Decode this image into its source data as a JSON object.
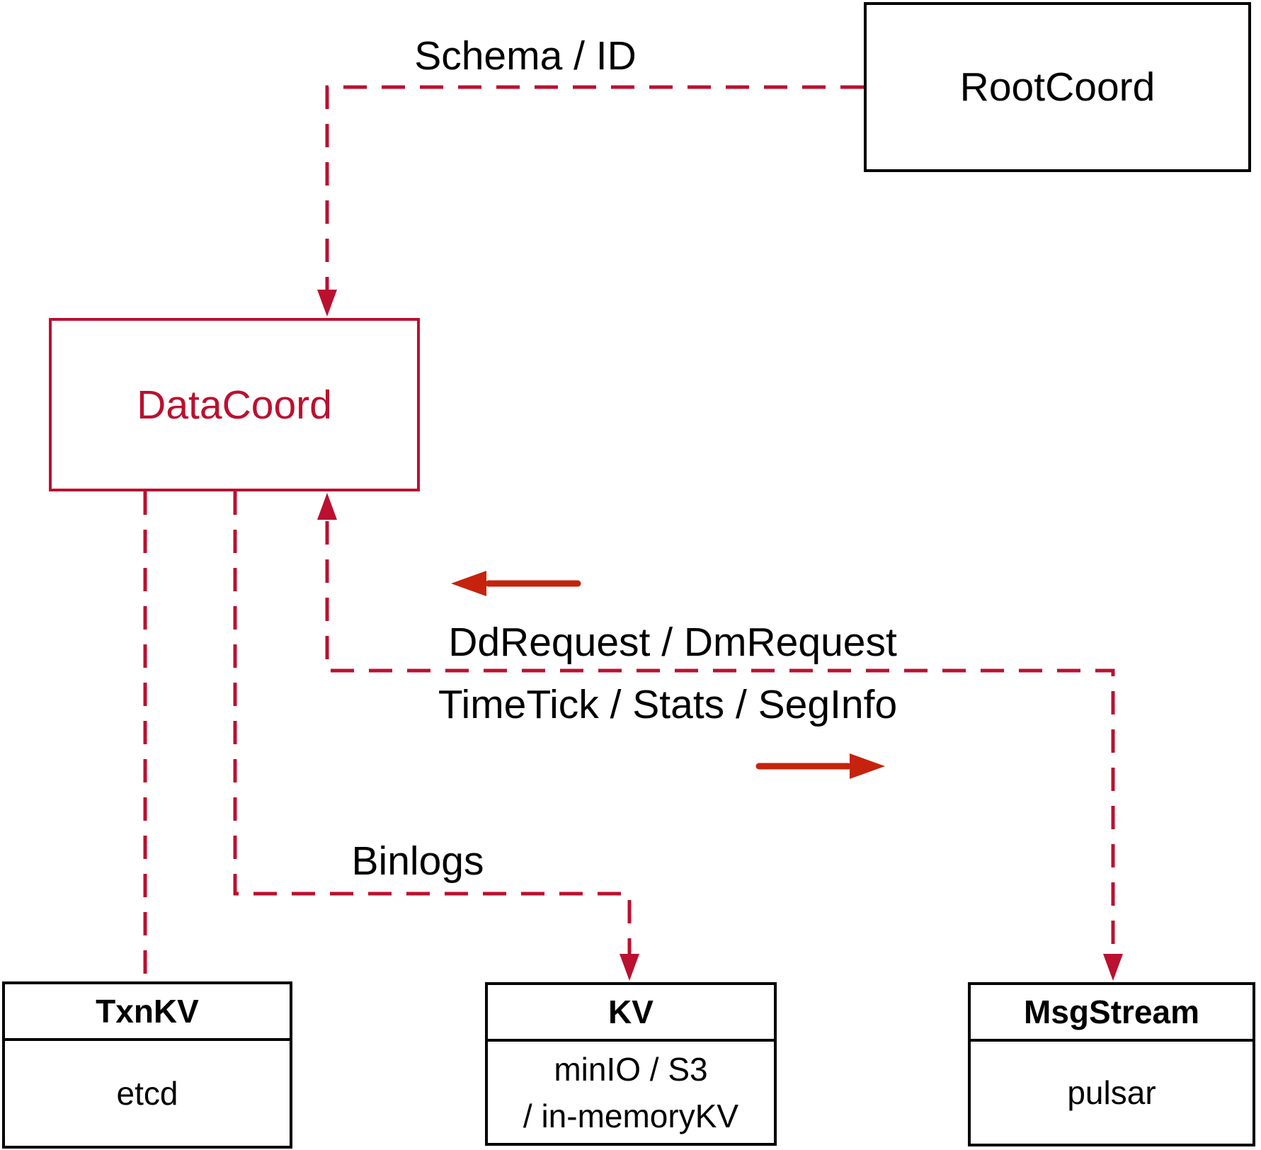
{
  "diagram": {
    "nodes": {
      "rootcoord": {
        "label": "RootCoord"
      },
      "datacoord": {
        "label": "DataCoord"
      },
      "txnkv": {
        "title": "TxnKV",
        "body": "etcd"
      },
      "kv": {
        "title": "KV",
        "body_line1": "minIO / S3",
        "body_line2": "/ in-memoryKV"
      },
      "msgstream": {
        "title": "MsgStream",
        "body": "pulsar"
      }
    },
    "edge_labels": {
      "schema_id": "Schema / ID",
      "dd_dm_request": "DdRequest / DmRequest",
      "timetick_stats_seginfo": "TimeTick / Stats / SegInfo",
      "binlogs": "Binlogs"
    },
    "colors": {
      "dashed_line": "#bb1030",
      "datacoord_red": "#bb1030",
      "solid_arrow": "#c5230e",
      "node_border_black": "#000000",
      "background": "#ffffff"
    }
  }
}
